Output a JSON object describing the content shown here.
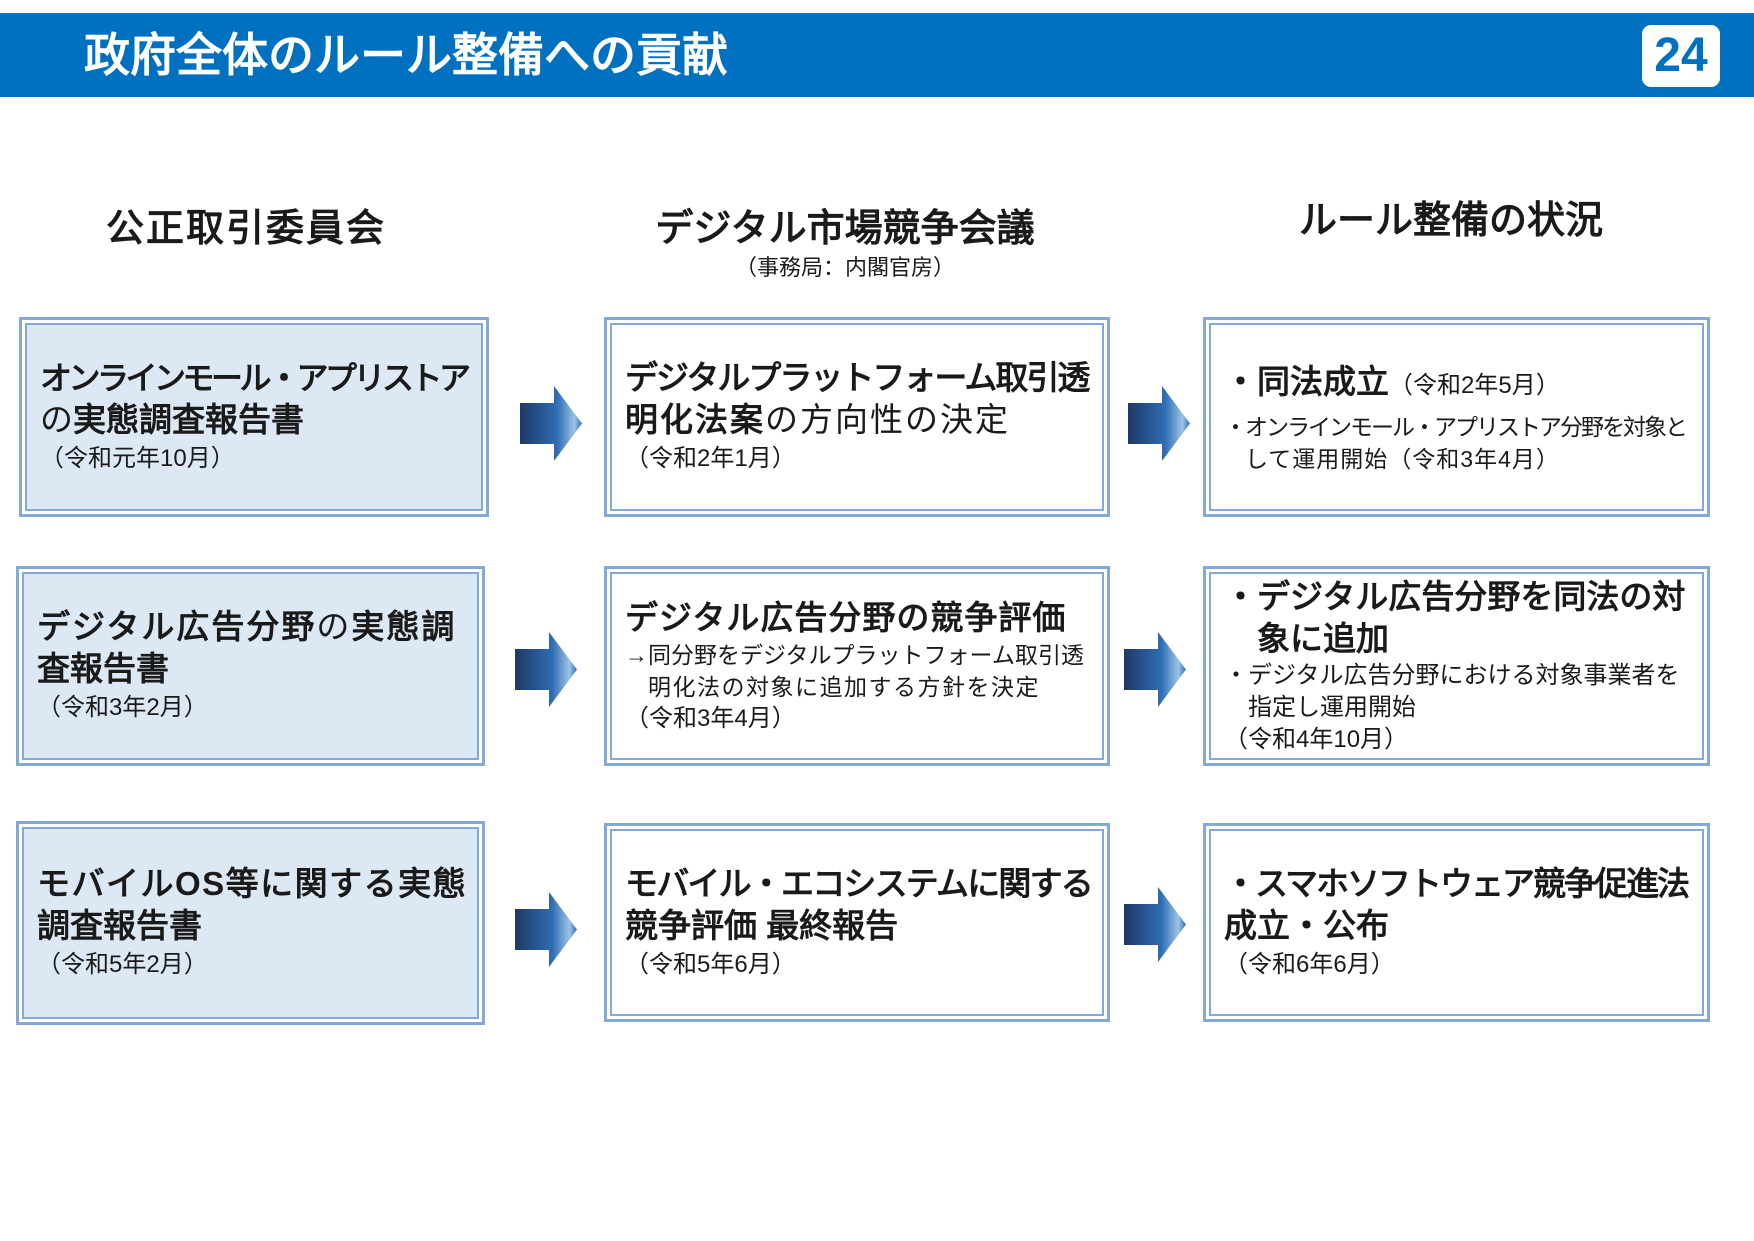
{
  "theme": {
    "header_blue": "#0070C0",
    "box_border": "#84A9D9",
    "report_fill": "#DDE8F5",
    "text": "#1A1A1A",
    "arrow_dark": "#1F3864",
    "arrow_mid": "#2E6DB4",
    "arrow_light": "#9DC3E6"
  },
  "icons": {
    "flow_arrow": "right-arrow"
  },
  "header": {
    "title": "政府全体のルール整備への貢献",
    "page_number": "24"
  },
  "columns": {
    "jftc": {
      "title": "公正取引委員会"
    },
    "council": {
      "title": "デジタル市場競争会議",
      "subtitle": "（事務局：内閣官房）"
    },
    "rules": {
      "title": "ルール整備の状況"
    }
  },
  "rows": [
    {
      "jftc": {
        "line1": "オンラインモール・アプリストア",
        "line2_particle": "の",
        "line2_bold": "実態調査報告書",
        "date": "（令和元年10月）"
      },
      "council": {
        "line1": "デジタルプラットフォーム取引透",
        "line2_bold": "明化法案",
        "line2_regular": "の方向性の決定",
        "date": "（令和2年1月）"
      },
      "rules": {
        "item1_bold": "・同法成立",
        "item1_date": "（令和2年5月）",
        "item2_line1": "・オンラインモール・アプリストア分野を対象と",
        "item2_line2": "して運用開始（令和3年4月）"
      }
    },
    {
      "jftc": {
        "line1_bold_a": "デジタル広告分野",
        "line1_particle": "の",
        "line1_bold_b": "実態調",
        "line2": "査報告書",
        "date": "（令和3年2月）"
      },
      "council": {
        "line1": "デジタル広告分野の競争評価",
        "detail_line1": "→同分野をデジタルプラットフォーム取引透",
        "detail_line2": "明化法の対象に追加する方針を決定",
        "date": "（令和3年4月）"
      },
      "rules": {
        "item1_line1": "・デジタル広告分野を同法の対",
        "item1_line2": "象に追加",
        "item2_line1": "・デジタル広告分野における対象事業者を",
        "item2_line2": "指定し運用開始",
        "date": "（令和4年10月）"
      }
    },
    {
      "jftc": {
        "line1": "モバイルOS等に関する実態",
        "line2": "調査報告書",
        "date": "（令和5年2月）"
      },
      "council": {
        "line1": "モバイル・エコシステムに関する",
        "line2": "競争評価 最終報告",
        "date": "（令和5年6月）"
      },
      "rules": {
        "line1": "・スマホソフトウェア競争促進法",
        "line2": "成立・公布",
        "date": "（令和6年6月）"
      }
    }
  ]
}
